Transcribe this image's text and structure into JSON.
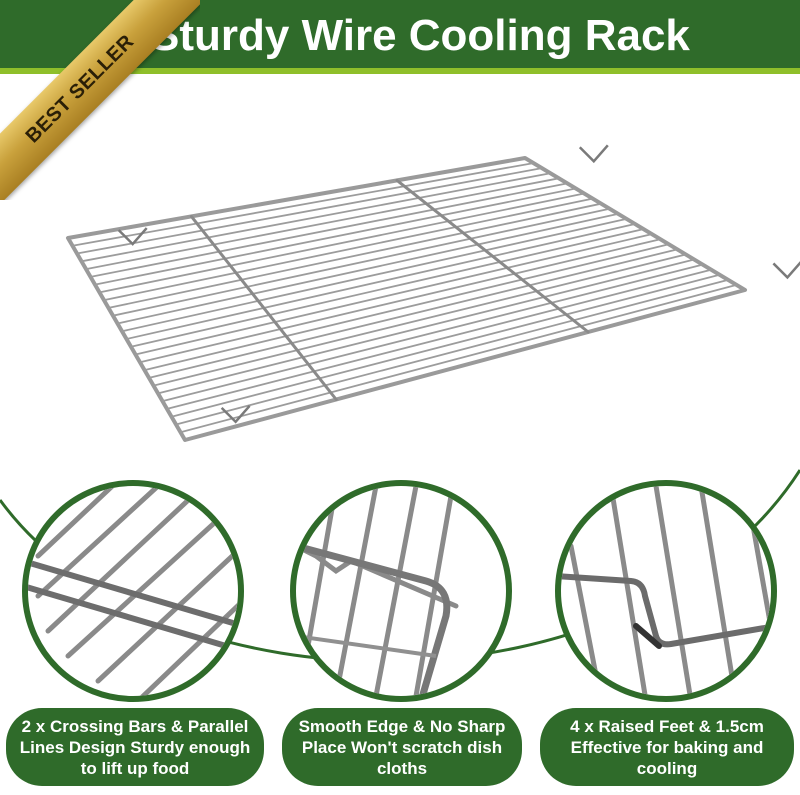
{
  "header": {
    "title": "Sturdy Wire Cooling Rack",
    "badge": "BEST SELLER",
    "brand_color": "#2f6b2a",
    "accent_color": "#8fbf2a",
    "badge_color": "#c9a13c"
  },
  "main_image": {
    "icon": "wire-cooling-rack"
  },
  "features": [
    {
      "icon": "crossing-bars-closeup",
      "text": "2 x Crossing Bars & Parallel Lines Design Sturdy enough to lift up food"
    },
    {
      "icon": "smooth-edge-closeup",
      "text": "Smooth Edge & No Sharp Place Won't scratch dish cloths"
    },
    {
      "icon": "raised-foot-closeup",
      "text": "4 x Raised Feet & 1.5cm Effective for baking and cooling"
    }
  ]
}
